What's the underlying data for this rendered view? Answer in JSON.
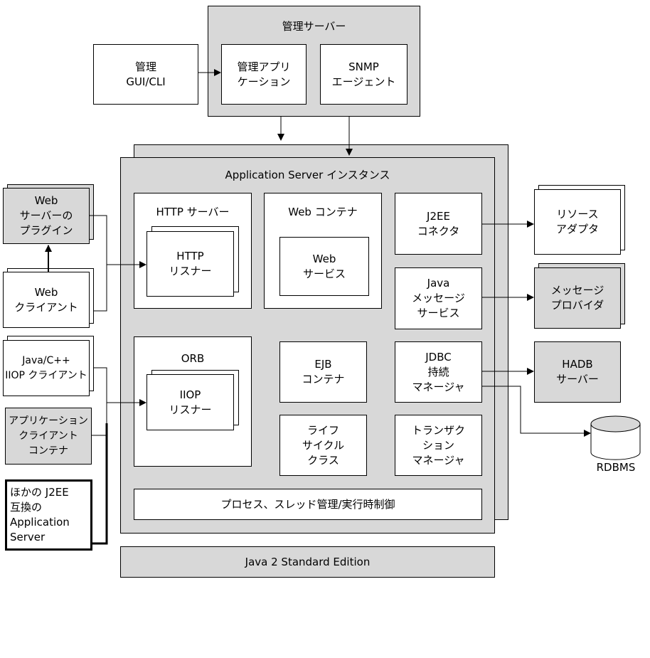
{
  "admin_server": {
    "title": "管理サーバー",
    "admin_app": "管理アプリ\nケーション",
    "snmp": "SNMP\nエージェント"
  },
  "admin_gui": "管理\nGUI/CLI",
  "instance": {
    "title": "Application Server インスタンス",
    "http_server": "HTTP サーバー",
    "http_listener": "HTTP\nリスナー",
    "web_container": "Web コンテナ",
    "web_service": "Web\nサービス",
    "j2ee_connector": "J2EE\nコネクタ",
    "jms": "Java\nメッセージ\nサービス",
    "jdbc": "JDBC\n持続\nマネージャ",
    "transaction": "トランザク\nション\nマネージャ",
    "orb": "ORB",
    "iiop_listener": "IIOP\nリスナー",
    "ejb": "EJB\nコンテナ",
    "lifecycle": "ライフ\nサイクル\nクラス",
    "process": "プロセス、スレッド管理/実行時制御"
  },
  "jse": "Java 2 Standard Edition",
  "left": {
    "web_plugin": "Web\nサーバーの\nプラグイン",
    "web_client": "Web\nクライアント",
    "iiop_client": "Java/C++\nIIOP クライアント",
    "app_client": "アプリケーション\nクライアント\nコンテナ",
    "other_server": "ほかの J2EE\n互換の\nApplication\nServer"
  },
  "right": {
    "resource_adapter": "リソース\nアダプタ",
    "message_provider": "メッセージ\nプロバイダ",
    "hadb": "HADB\nサーバー",
    "rdbms": "RDBMS"
  }
}
